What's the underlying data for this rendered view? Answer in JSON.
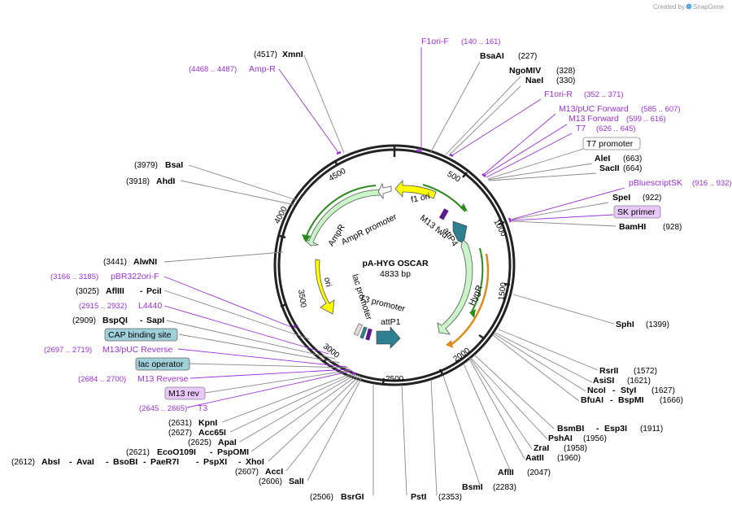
{
  "credit": {
    "prefix": "Created by",
    "brand": "SnapGene"
  },
  "plasmid": {
    "name": "pA-HYG OSCAR",
    "size": "4833 bp"
  },
  "ticks": [
    "500",
    "1000",
    "1500",
    "2000",
    "2500",
    "3000",
    "3500",
    "4000",
    "4500"
  ],
  "right_labels": [
    {
      "name": "F1ori-F",
      "range": "(140 .. 161)",
      "kind": "primer"
    },
    {
      "name": "BsaAI",
      "pos": "(227)",
      "kind": "enzyme"
    },
    {
      "name": "NgoMIV",
      "pos": "(328)",
      "kind": "enzyme"
    },
    {
      "name": "NaeI",
      "pos": "(330)",
      "kind": "enzyme"
    },
    {
      "name": "F1ori-R",
      "range": "(352 .. 371)",
      "kind": "primer"
    },
    {
      "name": "M13/pUC Forward",
      "range": "(585 .. 607)",
      "kind": "primer"
    },
    {
      "name": "M13 Forward",
      "range": "(599 .. 616)",
      "kind": "primer"
    },
    {
      "name": "T7",
      "range": "(626 .. 645)",
      "kind": "primer"
    },
    {
      "name": "T7 promoter",
      "kind": "boxed"
    },
    {
      "name": "AleI",
      "pos": "(663)",
      "kind": "enzyme"
    },
    {
      "name": "SacII",
      "pos": "(664)",
      "kind": "enzyme"
    },
    {
      "name": "pBluescriptSK",
      "range": "(916 .. 932)",
      "kind": "primer"
    },
    {
      "name": "SpeI",
      "pos": "(922)",
      "kind": "enzyme"
    },
    {
      "name": "SK primer",
      "kind": "boxed-primer"
    },
    {
      "name": "BamHI",
      "pos": "(928)",
      "kind": "enzyme"
    },
    {
      "name": "SphI",
      "pos": "(1399)",
      "kind": "enzyme"
    },
    {
      "name": "RsrII",
      "pos": "(1572)",
      "kind": "enzyme"
    },
    {
      "name": "AsiSI",
      "pos": "(1621)",
      "kind": "enzyme"
    },
    {
      "name": "NcoI",
      "extra": "StyI",
      "pos": "(1627)",
      "kind": "enzyme"
    },
    {
      "name": "BfuAI",
      "extra": "BspMI",
      "pos": "(1666)",
      "kind": "enzyme"
    },
    {
      "name": "BsmBI",
      "extra": "Esp3I",
      "pos": "(1911)",
      "kind": "enzyme"
    },
    {
      "name": "PshAI",
      "pos": "(1956)",
      "kind": "enzyme"
    },
    {
      "name": "ZraI",
      "pos": "(1958)",
      "kind": "enzyme"
    },
    {
      "name": "AatII",
      "pos": "(1960)",
      "kind": "enzyme"
    },
    {
      "name": "AflII",
      "pos": "(2047)",
      "kind": "enzyme"
    },
    {
      "name": "BsmI",
      "pos": "(2283)",
      "kind": "enzyme"
    },
    {
      "name": "PstI",
      "pos": "(2353)",
      "kind": "enzyme"
    },
    {
      "name": "BsrGI",
      "pos": "(2506)",
      "kind": "enzyme"
    }
  ],
  "left_labels": [
    {
      "name": "XmnI",
      "pos": "(4517)",
      "kind": "enzyme"
    },
    {
      "name": "Amp-R",
      "range": "(4468 .. 4487)",
      "kind": "primer"
    },
    {
      "name": "BsaI",
      "pos": "(3979)",
      "kind": "enzyme"
    },
    {
      "name": "AhdI",
      "pos": "(3918)",
      "kind": "enzyme"
    },
    {
      "name": "AlwNI",
      "pos": "(3441)",
      "kind": "enzyme"
    },
    {
      "name": "pBR322ori-F",
      "range": "(3166 .. 3185)",
      "kind": "primer"
    },
    {
      "name": "AflIII",
      "extra": "PciI",
      "pos": "(3025)",
      "kind": "enzyme"
    },
    {
      "name": "L4440",
      "range": "(2915 .. 2932)",
      "kind": "primer"
    },
    {
      "name": "BspQI",
      "extra": "SapI",
      "pos": "(2909)",
      "kind": "enzyme"
    },
    {
      "name": "CAP binding site",
      "kind": "boxed-blue"
    },
    {
      "name": "M13/pUC Reverse",
      "range": "(2697 .. 2719)",
      "kind": "primer"
    },
    {
      "name": "lac operator",
      "kind": "boxed-blue"
    },
    {
      "name": "M13 Reverse",
      "range": "(2684 .. 2700)",
      "kind": "primer"
    },
    {
      "name": "M13 rev",
      "kind": "boxed-primer"
    },
    {
      "name": "T3",
      "range": "(2645 .. 2665)",
      "kind": "primer"
    },
    {
      "name": "KpnI",
      "pos": "(2631)",
      "kind": "enzyme"
    },
    {
      "name": "Acc65I",
      "pos": "(2627)",
      "kind": "enzyme"
    },
    {
      "name": "ApaI",
      "pos": "(2625)",
      "kind": "enzyme"
    },
    {
      "name": "EcoO109I",
      "extra": "PspOMI",
      "pos": "(2621)",
      "kind": "enzyme"
    },
    {
      "name": "AbsI",
      "extra": "AvaI",
      "extra2": "BsoBI",
      "extra3": "PaeR7I",
      "extra4": "PspXI",
      "extra5": "XhoI",
      "pos": "(2612)",
      "kind": "enzyme"
    },
    {
      "name": "AccI",
      "pos": "(2607)",
      "kind": "enzyme"
    },
    {
      "name": "SalI",
      "pos": "(2606)",
      "kind": "enzyme"
    }
  ],
  "inner_features": {
    "f1_ori": "f1 ori",
    "ampr": "AmpR",
    "ampr_promoter": "AmpR promoter",
    "ori": "ori",
    "lac_promoter": "lac promoter",
    "t3_promoter": "T3 promoter",
    "attp1": "attP1",
    "attp4": "attP4",
    "m13_fwd": "M13 fwd",
    "hygr": "HygR"
  },
  "colors": {
    "backbone": "#222222",
    "primer": "#9b30d9",
    "enzyme_line": "#777777",
    "feature_green": "#c9f5c9",
    "feature_yellow": "#ffff00",
    "feature_teal": "#2e7f8f",
    "orf_line": "#2a8a1a",
    "orf_orange": "#e08a1a",
    "box_blue": "#9fd0d9",
    "box_purple": "#e8c8f8"
  }
}
